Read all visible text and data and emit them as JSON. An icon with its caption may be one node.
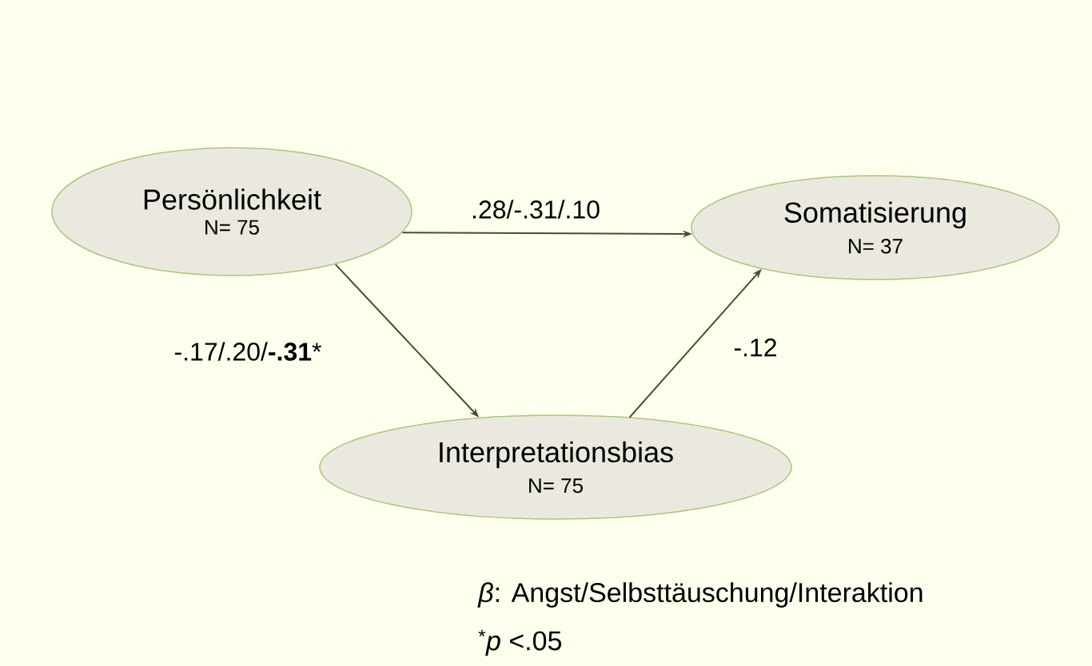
{
  "diagram": {
    "nodes": [
      {
        "text": [
          "Persönlichkeit",
          "N= 75"
        ]
      },
      {
        "text": [
          "Interpretationsbias",
          "N= 75"
        ]
      },
      {
        "text": [
          "Somatisierung",
          "N= 37"
        ]
      }
    ],
    "edges": [
      {
        "from": 0,
        "to": 2,
        "arrow": "to",
        "label": ".28/-.31/.10"
      },
      {
        "from": 0,
        "to": 1,
        "arrow": "to",
        "label": "-.17/.20/**-.31***"
      },
      {
        "from": 1,
        "to": 2,
        "arrow": "to",
        "label": "-.12"
      }
    ],
    "labels": [
      "*β*: Angst/Selbsttäuschung/Interaktion",
      "$^{*}$*p* <.05"
    ]
  }
}
